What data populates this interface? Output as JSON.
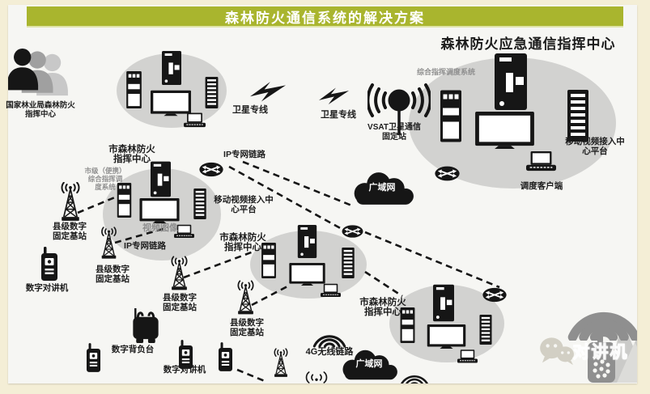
{
  "title": "森林防火通信系统的解决方案",
  "colors": {
    "accent_olive": "#a9b52e",
    "page_border_beige": "#f4eed6",
    "canvas_background": "#f6f6f3",
    "site_ellipse_gray": "#d2d2d0",
    "icon_black": "#161616",
    "muted_label_gray": "#8f8f8f",
    "watermark_gray": "#8f8f8f"
  },
  "national_center": {
    "label": "国家林业局森林防火\n指挥中心"
  },
  "hq": {
    "heading": "森林防火应急通信指挥中心",
    "dispatch_system": "综合指挥调度系统",
    "video_platform": "移动视频接入中\n心平台",
    "dispatch_client": "调度客户端",
    "vsat_station": "VSAT卫星通信\n固定站"
  },
  "links": {
    "satellite_1": "卫星专线",
    "satellite_2": "卫星专线",
    "ip_link_top": "IP专网链路",
    "ip_link_left": "IP专网链路",
    "lte_link": "4G无线链路"
  },
  "wan": {
    "mid": "广域网",
    "bottom": "广域网"
  },
  "city1": {
    "title": "市森林防火\n指挥中心",
    "portable_system": "市级（便携）\n综合指挥调\n度系统",
    "video_image": "视频图像",
    "video_platform": "移动视频接入中\n心平台"
  },
  "city2": {
    "title": "市森林防火\n指挥中心"
  },
  "city3": {
    "title": "市森林防火\n指挥中心"
  },
  "stations": {
    "county1": "县级数字\n固定基站",
    "county2": "县级数字\n固定基站",
    "county3": "县级数字\n固定基站",
    "county4": "县级数字\n固定基站",
    "manpack": "数字背负台",
    "radio1": "数字对讲机",
    "radio2": "数字对讲机"
  },
  "watermark": {
    "brand": "对讲机"
  }
}
